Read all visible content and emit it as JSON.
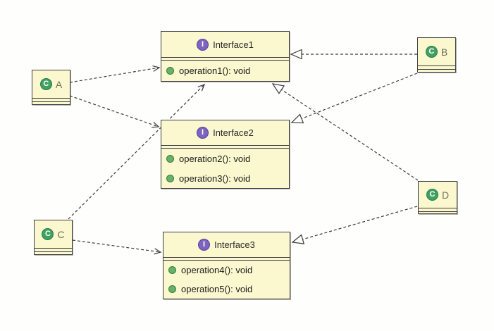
{
  "diagram": {
    "kind": "uml-class-diagram",
    "colors": {
      "canvas_bg": "#fefefc",
      "node_fill": "#fbf8cf",
      "node_border": "#3c3c3c",
      "edge_color": "#3a3a3a",
      "interface_icon_fill": "#7e64c1",
      "class_icon_fill": "#3fa162",
      "method_bullet_fill": "#66b266",
      "method_bullet_border": "#3e7a3e"
    },
    "nodes": {
      "interface1": {
        "name": "Interface1",
        "kind": "interface",
        "icon_letter": "I",
        "operations": [
          "operation1(): void"
        ]
      },
      "interface2": {
        "name": "Interface2",
        "kind": "interface",
        "icon_letter": "I",
        "operations": [
          "operation2(): void",
          "operation3(): void"
        ]
      },
      "interface3": {
        "name": "Interface3",
        "kind": "interface",
        "icon_letter": "I",
        "operations": [
          "operation4(): void",
          "operation5(): void"
        ]
      },
      "classA": {
        "name": "A",
        "kind": "class",
        "icon_letter": "C"
      },
      "classB": {
        "name": "B",
        "kind": "class",
        "icon_letter": "C"
      },
      "classC": {
        "name": "C",
        "kind": "class",
        "icon_letter": "C"
      },
      "classD": {
        "name": "D",
        "kind": "class",
        "icon_letter": "C"
      }
    },
    "edges": [
      {
        "from": "A",
        "to": "Interface1",
        "type": "dependency"
      },
      {
        "from": "A",
        "to": "Interface2",
        "type": "dependency"
      },
      {
        "from": "C",
        "to": "Interface1",
        "type": "dependency"
      },
      {
        "from": "C",
        "to": "Interface3",
        "type": "dependency"
      },
      {
        "from": "B",
        "to": "Interface1",
        "type": "realization"
      },
      {
        "from": "B",
        "to": "Interface2",
        "type": "realization"
      },
      {
        "from": "D",
        "to": "Interface1",
        "type": "realization"
      },
      {
        "from": "D",
        "to": "Interface3",
        "type": "realization"
      }
    ]
  }
}
